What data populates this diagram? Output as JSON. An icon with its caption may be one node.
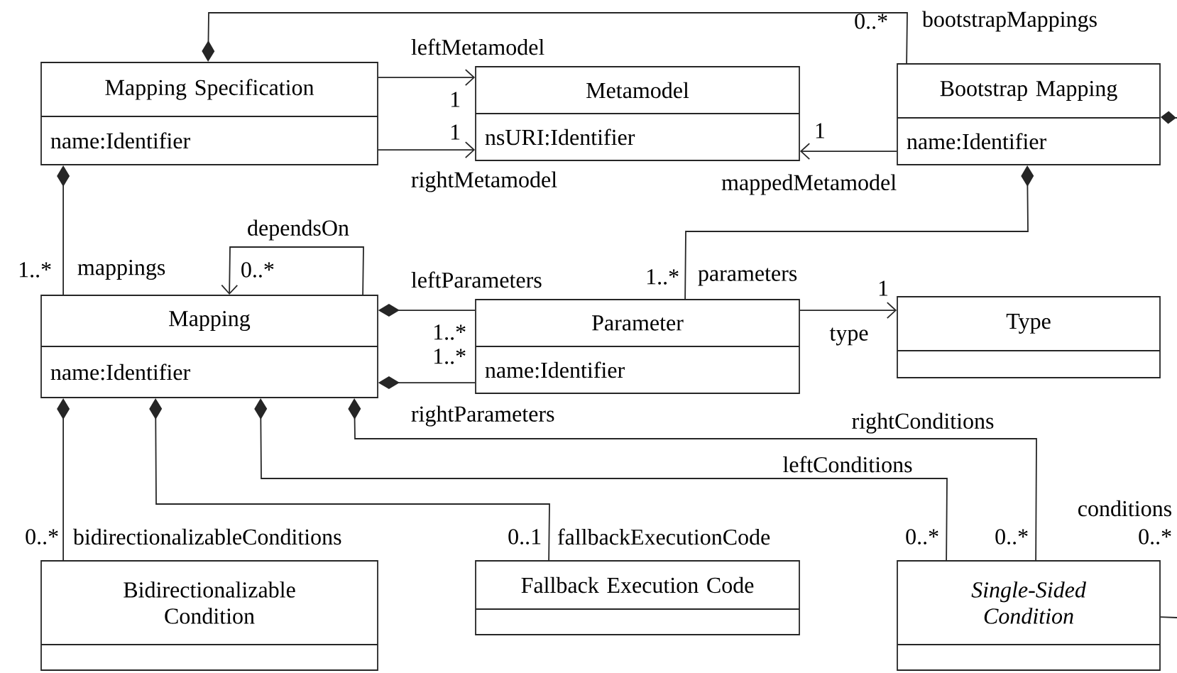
{
  "diagram": {
    "nodes": [
      {
        "text": [
          "Mapping Specification",
          "name:Identifier"
        ]
      },
      {
        "text": [
          "Metamodel",
          "nsURI:Identifier"
        ]
      },
      {
        "text": [
          "Bootstrap Mapping",
          "name:Identifier"
        ]
      },
      {
        "text": [
          "Mapping",
          "name:Identifier"
        ]
      },
      {
        "text": [
          "Parameter",
          "name:Identifier"
        ]
      },
      {
        "text": [
          "Type"
        ]
      },
      {
        "text": [
          "Bidirectionalizable Condition"
        ]
      },
      {
        "text": [
          "Fallback Execution Code"
        ]
      },
      {
        "text": [
          "Single-Sided Condition"
        ]
      }
    ],
    "edges": [
      {
        "from": 0,
        "to": 2,
        "arrow": "other",
        "label": "bootstrapMappings"
      },
      {
        "from": 0,
        "to": 1,
        "arrow": "to",
        "label": "leftMetamodel"
      },
      {
        "from": 0,
        "to": 1,
        "arrow": "to",
        "label": "rightMetamodel"
      },
      {
        "from": 2,
        "to": 1,
        "arrow": "to",
        "label": "mappedMetamodel"
      },
      {
        "from": 0,
        "to": 3,
        "arrow": "other",
        "label": "mappings"
      },
      {
        "from": 3,
        "to": 3,
        "arrow": "to",
        "label": "dependsOn"
      },
      {
        "from": 3,
        "to": 4,
        "arrow": "other",
        "label": "leftParameters"
      },
      {
        "from": 3,
        "to": 4,
        "arrow": "other",
        "label": "rightParameters"
      },
      {
        "from": 2,
        "to": 4,
        "arrow": "other",
        "label": "parameters"
      },
      {
        "from": 4,
        "to": 5,
        "arrow": "to",
        "label": "type"
      },
      {
        "from": 3,
        "to": 6,
        "arrow": "other",
        "label": "bidirectionalizableConditions"
      },
      {
        "from": 3,
        "to": 7,
        "arrow": "other",
        "label": "fallbackExecutionCode"
      },
      {
        "from": 3,
        "to": 8,
        "arrow": "other",
        "label": "leftConditions"
      },
      {
        "from": 3,
        "to": 8,
        "arrow": "other",
        "label": "rightConditions"
      },
      {
        "from": 2,
        "to": null,
        "arrow": "other"
      },
      {
        "from": 8,
        "to": null,
        "arrow": "none",
        "label": "conditions"
      }
    ],
    "labels": [
      "0..*",
      "1",
      "1",
      "1",
      "1..*",
      "0..*",
      "1..*",
      "1",
      "1..*",
      "1..*",
      "0..*",
      "0..1",
      "0..*",
      "0..*",
      "0..*"
    ]
  }
}
